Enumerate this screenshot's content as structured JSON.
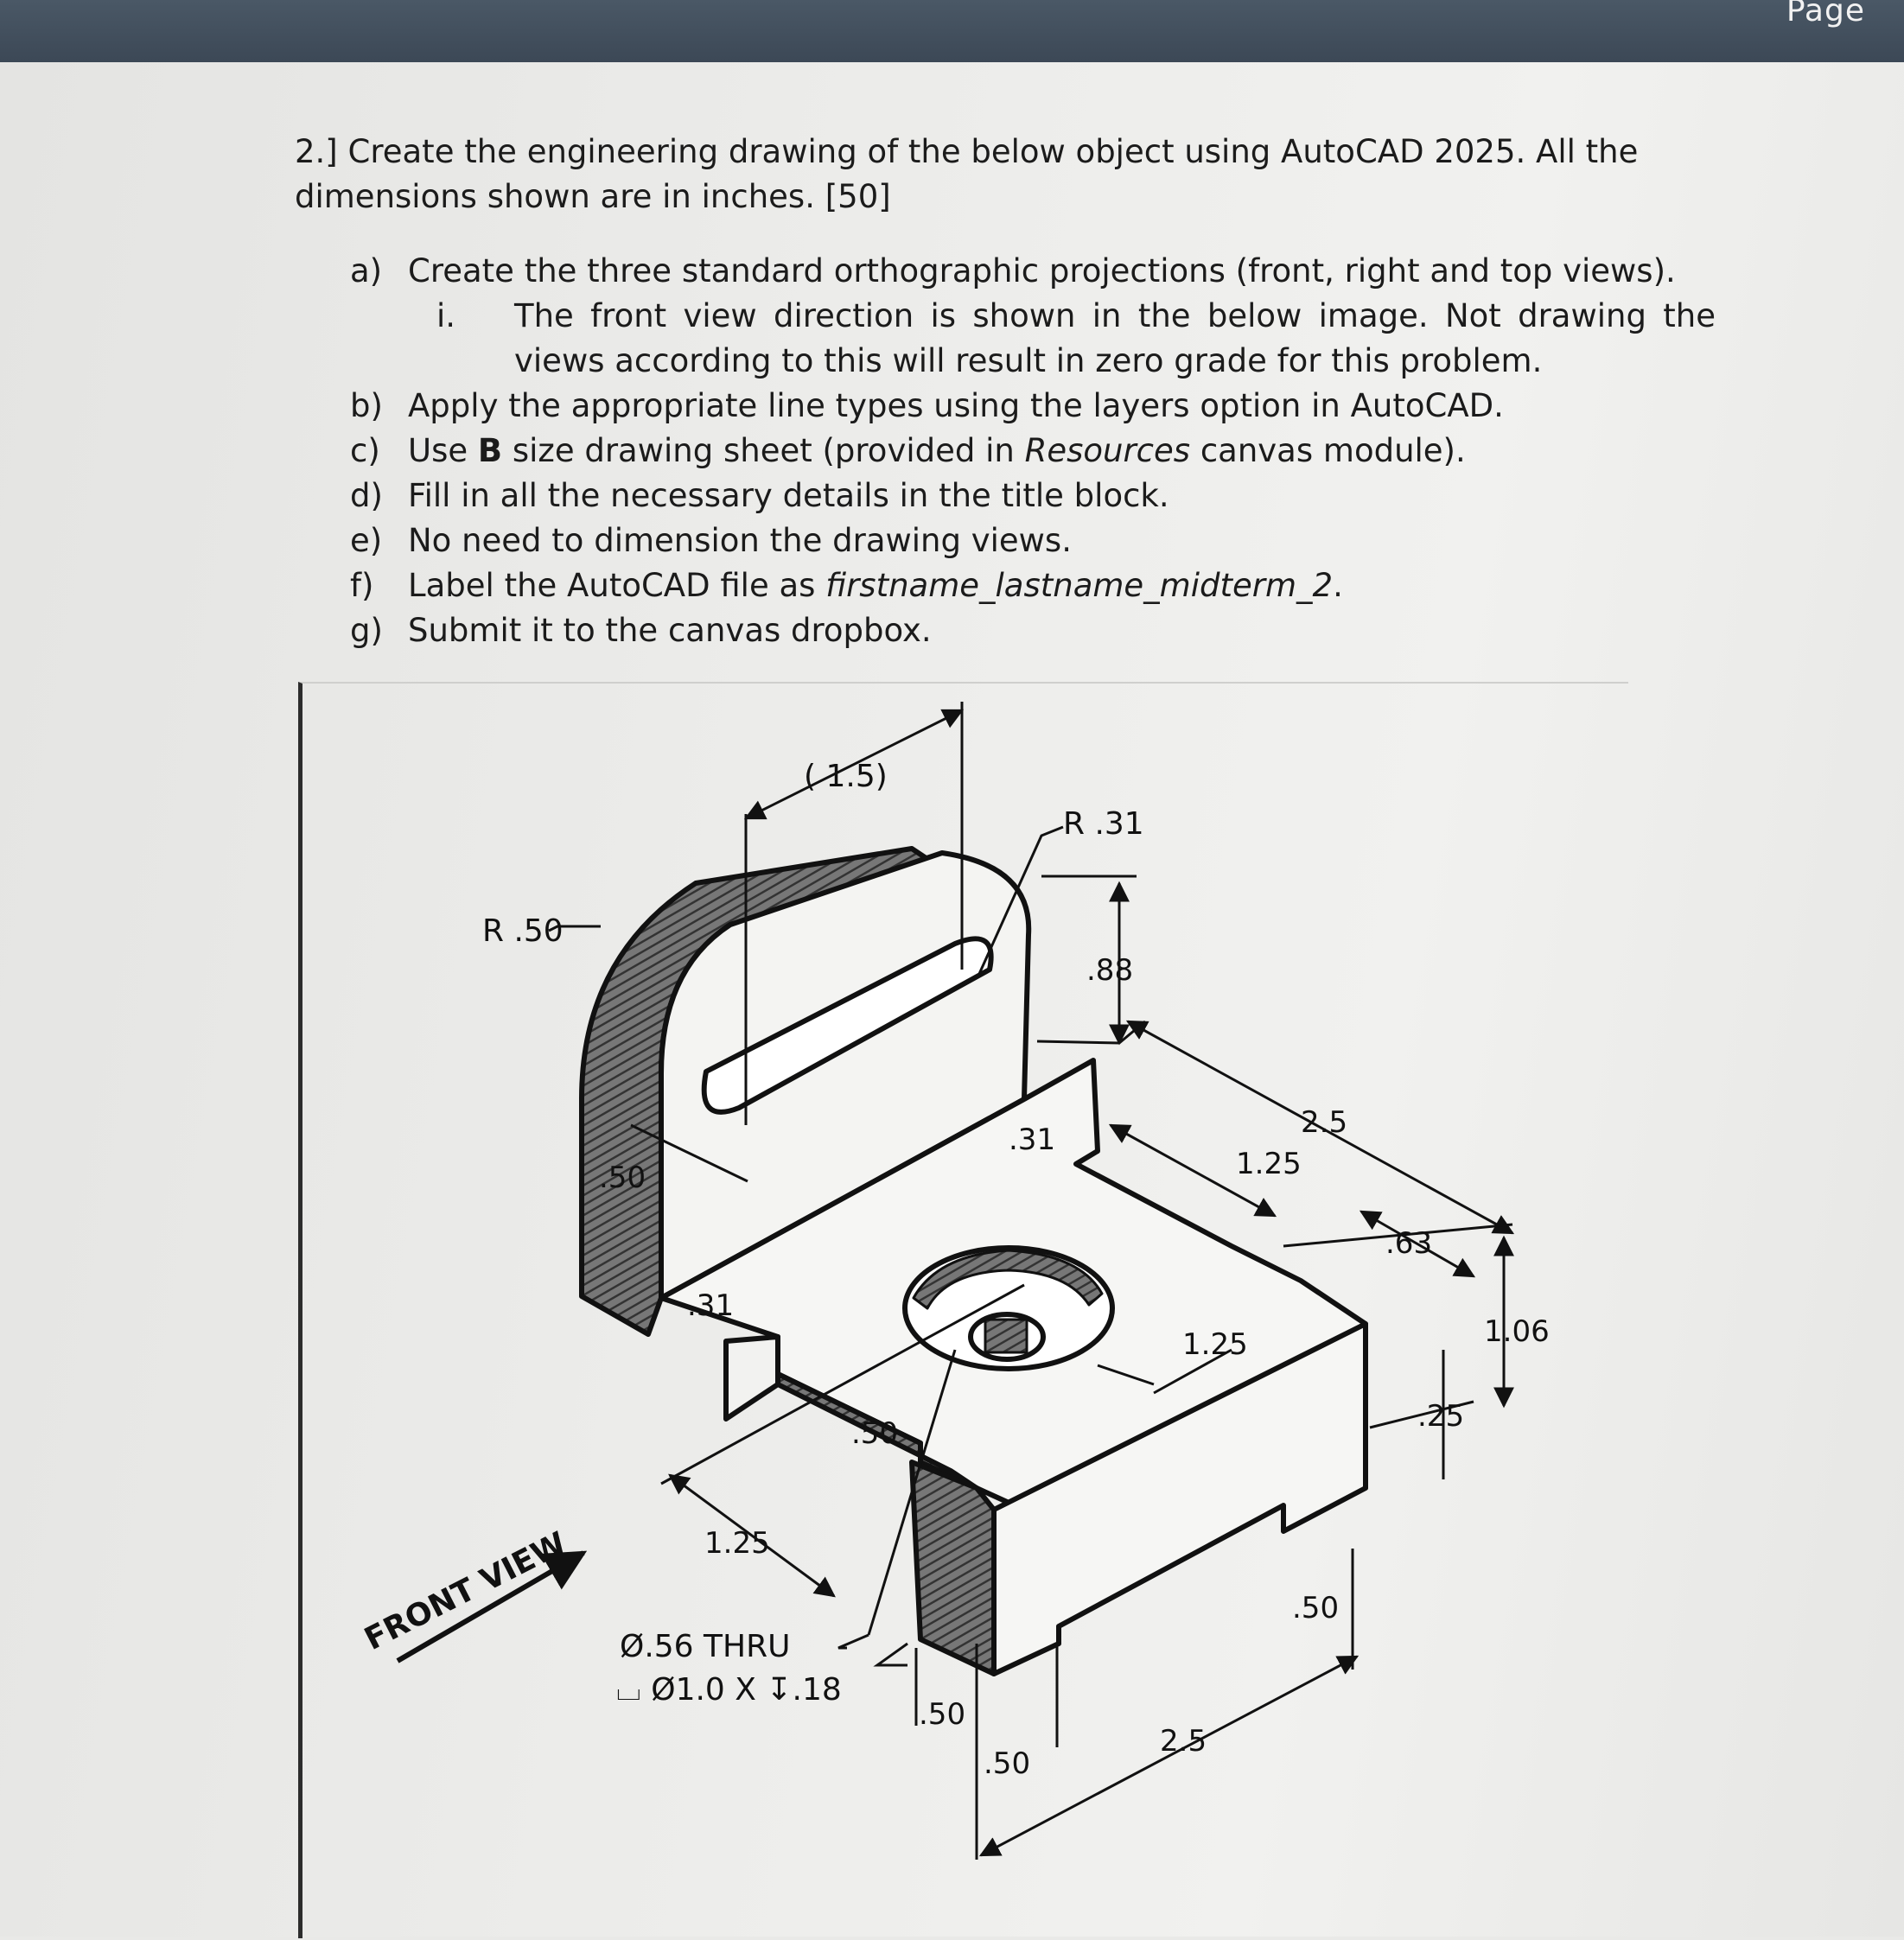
{
  "header": {
    "page_label": "Page"
  },
  "question": {
    "number": "2.]",
    "text": "Create the engineering drawing of the below object using AutoCAD 2025. All the dimensions shown are in inches. [50]"
  },
  "items": [
    {
      "mark": "a)",
      "text": "Create the three standard orthographic projections (front, right and top views)."
    },
    {
      "mark": "b)",
      "text": "Apply the appropriate line types using the layers option in AutoCAD."
    },
    {
      "mark": "c)",
      "pre": "Use ",
      "bold": "B",
      "mid": " size drawing sheet (provided in ",
      "italic": "Resources",
      "post": " canvas module)."
    },
    {
      "mark": "d)",
      "text": "Fill in all the necessary details in the title block."
    },
    {
      "mark": "e)",
      "text": "No need to dimension the drawing views."
    },
    {
      "mark": "f)",
      "pre": "Label the AutoCAD file as ",
      "italic": "firstname_lastname_midterm_2",
      "post": "."
    },
    {
      "mark": "g)",
      "text": "Submit it to the canvas dropbox."
    }
  ],
  "subitem": {
    "mark": "i.",
    "text": "The front view direction is shown in the below image. Not drawing the views according to this will result in zero grade for this problem."
  },
  "figure": {
    "front_view_label": "FRONT VIEW",
    "dimensions": {
      "d_1_5": "( 1.5)",
      "r_31": "R .31",
      "r_50": "R .50",
      "d_88": ".88",
      "d_2_5_top": "2.5",
      "d_1_25_top": "1.25",
      "d_63": ".63",
      "d_1_06": "1.06",
      "d_25": ".25",
      "d_31_upper": ".31",
      "d_31_lower": ".31",
      "d_50_left": ".50",
      "d_50_mid": ".50",
      "d_1_25_mid": "1.25",
      "d_1_25_bottom": "1.25",
      "hole_line1": "Ø.56 THRU",
      "hole_line2": "⌴ Ø1.0 X ↧.18",
      "d_50_right": ".50",
      "d_50_bot1": ".50",
      "d_50_bot2": ".50",
      "d_2_5_bottom": "2.5"
    }
  }
}
